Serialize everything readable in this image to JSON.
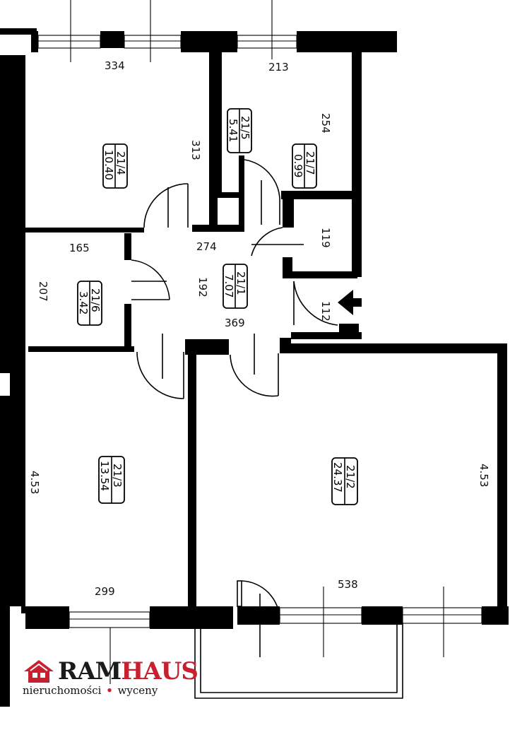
{
  "plan": {
    "rooms": [
      {
        "id": "21/4",
        "area": "10.40"
      },
      {
        "id": "21/5",
        "area": "5.41"
      },
      {
        "id": "21/7",
        "area": "0.99"
      },
      {
        "id": "21/6",
        "area": "3.42"
      },
      {
        "id": "21/1",
        "area": "7.07"
      },
      {
        "id": "21/3",
        "area": "13.54"
      },
      {
        "id": "21/2",
        "area": "24.37"
      }
    ],
    "dimensions": {
      "d334": "334",
      "d213": "213",
      "d313": "313",
      "d254": "254",
      "d165": "165",
      "d274": "274",
      "d119": "119",
      "d207": "207",
      "d192": "192",
      "d112": "112",
      "d369": "369",
      "d453_left": "4.53",
      "d453_right": "4.53",
      "d299": "299",
      "d538": "538"
    },
    "entrance_icon": "arrow-entrance-icon"
  },
  "logo": {
    "brand_a": "RAM",
    "brand_b": "HAUS",
    "tagline_a": "nieruchomości",
    "tagline_b": "wyceny",
    "dot": "•",
    "house_icon": "house-logo-icon",
    "colors": {
      "red": "#c8202f",
      "dark": "#1b1b1b"
    }
  }
}
